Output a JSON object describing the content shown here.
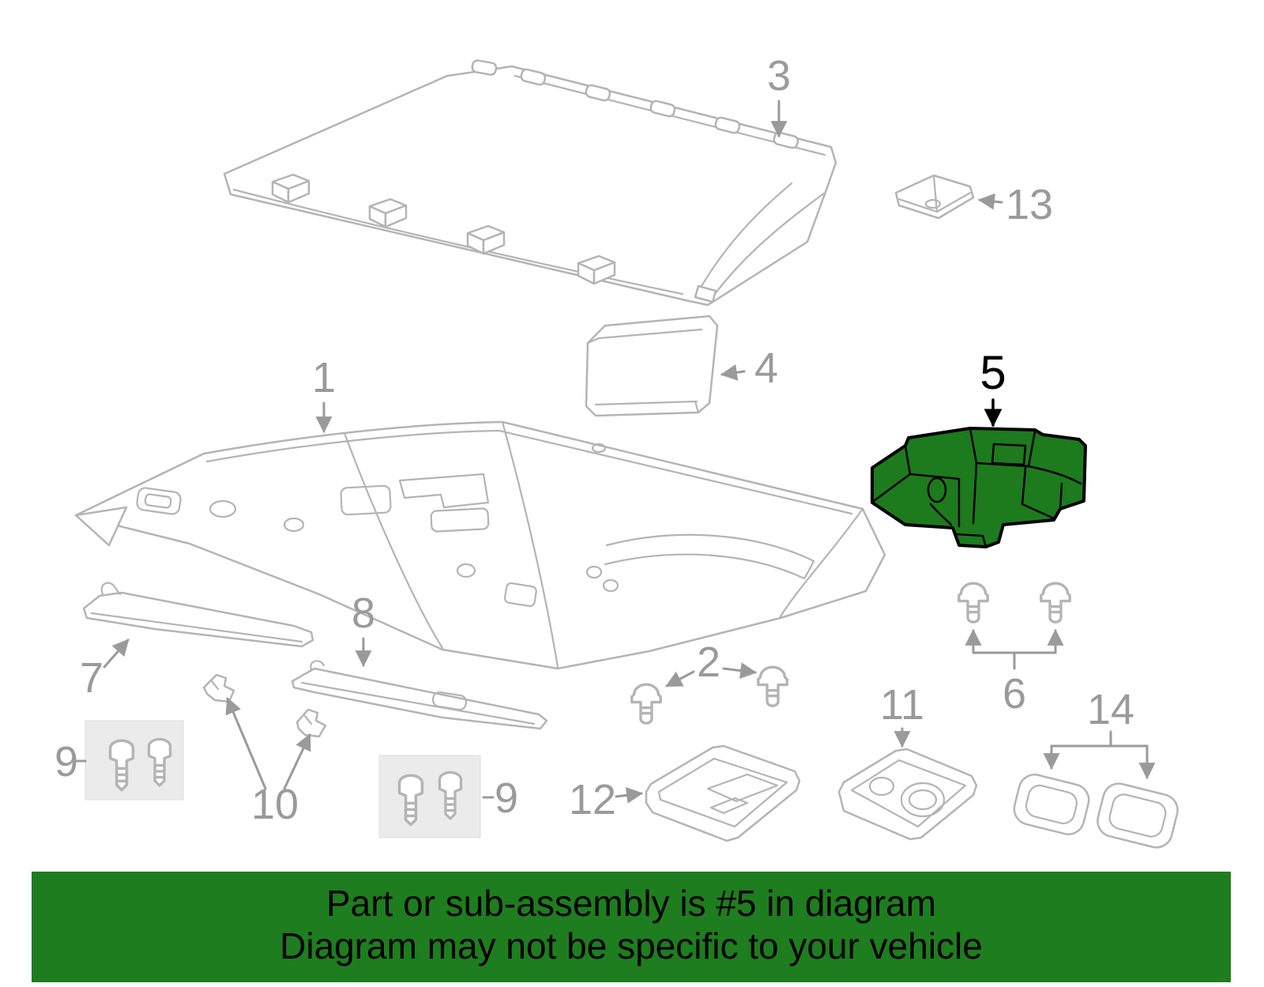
{
  "colors": {
    "highlight_green": "#1d7a1d",
    "banner_green": "#1e7d1e",
    "diagram_line_gray": "#b4b4b4",
    "callout_gray": "#9a9a9a",
    "callout_black": "#000000",
    "hardware_box_gray": "#ebebeb"
  },
  "callouts": {
    "c1": "1",
    "c2": "2",
    "c3": "3",
    "c4": "4",
    "c5": "5",
    "c6": "6",
    "c7": "7",
    "c8": "8",
    "c9_left": "9",
    "c9_right": "9",
    "c10": "10",
    "c11": "11",
    "c12": "12",
    "c13": "13",
    "c14": "14"
  },
  "banner": {
    "line1": "Part or sub-assembly is #5 in diagram",
    "line2": "Diagram may not be specific to your vehicle"
  }
}
